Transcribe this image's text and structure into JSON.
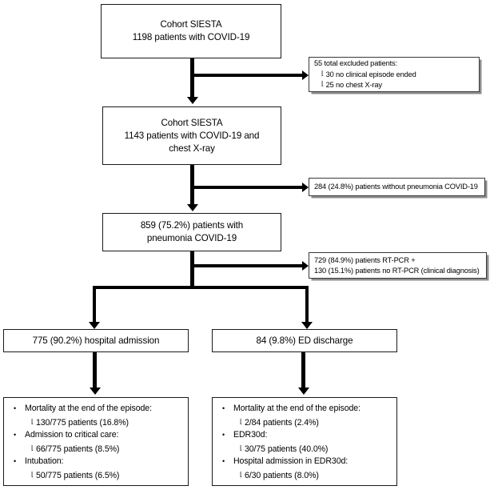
{
  "figure": {
    "type": "flowchart",
    "title": "Cohort SIESTA COVID-19 patient flow diagram"
  },
  "nodes": {
    "cohort_top": {
      "line1": "Cohort SIESTA",
      "line2": "1198 patients with COVID-19"
    },
    "cohort_second": {
      "line1": "Cohort SIESTA",
      "line2": "1143 patients with COVID-19 and",
      "line3": "chest X-ray"
    },
    "pneumonia": {
      "line1": "859 (75.2%) patients with",
      "line2": "pneumonia COVID-19"
    },
    "hospital_admission": {
      "label": "775 (90.2%) hospital admission"
    },
    "ed_discharge": {
      "label": "84 (9.8%) ED discharge"
    }
  },
  "exclusions": {
    "excluded": {
      "line1": "55 total excluded patients:",
      "line2": "30 no clinical episode ended",
      "line3": "25 no chest X-ray",
      "hook": "└"
    },
    "no_pneumonia": {
      "line1": "284 (24.8%) patients without pneumonia COVID-19"
    },
    "rtpcr": {
      "line1": "729 (84.9%) patients RT-PCR +",
      "line2": "130 (15.1%) patients no RT-PCR (clinical diagnosis)"
    }
  },
  "outcomes": {
    "hospital": [
      {
        "label": "Mortality at the end of the episode:",
        "value": "130/775 patients (16.8%)"
      },
      {
        "label": "Admission to critical care:",
        "value": "66/775 patients (8.5%)"
      },
      {
        "label": "Intubation:",
        "value": "50/775 patients (6.5%)"
      }
    ],
    "ed": [
      {
        "label": "Mortality at the end of the episode:",
        "value": "2/84 patients (2.4%)"
      },
      {
        "label": "EDR30d:",
        "value": "30/75 patients (40.0%)"
      },
      {
        "label": "Hospital admission in EDR30d:",
        "value": "6/30 patients (8.0%)"
      }
    ],
    "hook": "└"
  },
  "colors": {
    "line": "#000000",
    "box_border": "#1a1a1a",
    "note_shadow": "#8d8d8d",
    "background": "#ffffff"
  }
}
